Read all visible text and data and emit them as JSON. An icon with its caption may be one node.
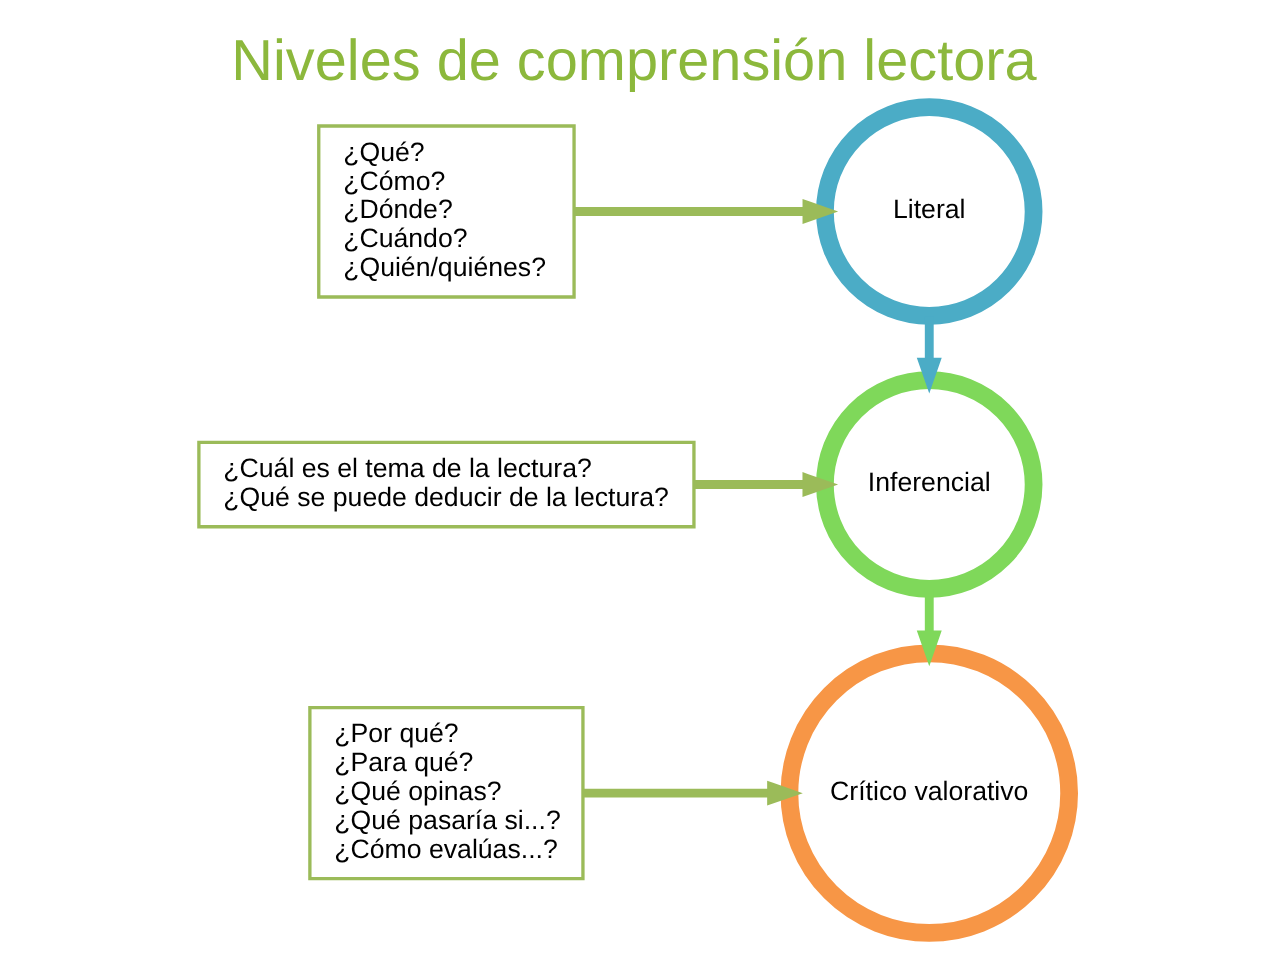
{
  "diagram": {
    "title": "Niveles de comprensión lectora",
    "nodes": [
      {
        "text": [
          "¿Qué?",
          "¿Cómo?",
          "¿Dónde?",
          "¿Cuándo?",
          "¿Quién/quiénes?"
        ]
      },
      {
        "text": [
          "Literal"
        ]
      },
      {
        "text": [
          "Inferencial"
        ]
      },
      {
        "text": [
          "Crítico valorativo"
        ]
      },
      {
        "text": [
          "¿Cuál es el tema de la lectura?",
          "¿Qué se puede deducir de la lectura?"
        ]
      },
      {
        "text": [
          "¿Por qué?",
          "¿Para qué?",
          "¿Qué opinas?",
          "¿Qué pasaría si...?",
          "¿Cómo evalúas...?"
        ]
      }
    ],
    "edges": [
      {
        "from": 0,
        "to": 1,
        "arrow": "to"
      },
      {
        "from": 4,
        "to": 2,
        "arrow": "to"
      },
      {
        "from": 5,
        "to": 3,
        "arrow": "to"
      },
      {
        "from": 1,
        "to": 2,
        "arrow": "to",
        "color": "#4bacc6"
      },
      {
        "from": 2,
        "to": 3,
        "arrow": "to",
        "color": "#7fd85a"
      }
    ]
  }
}
